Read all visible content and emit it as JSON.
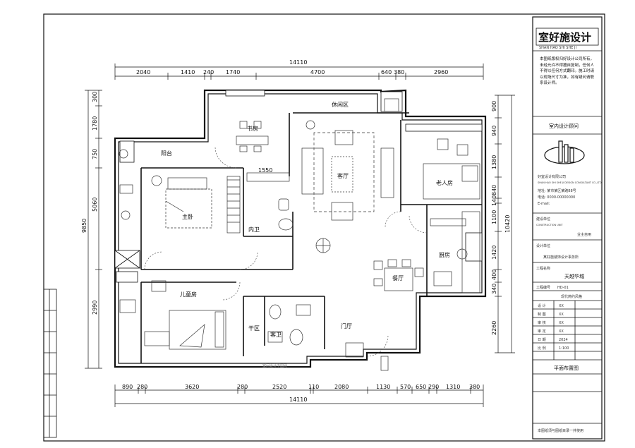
{
  "drawing": {
    "dims_top": {
      "overall": "14110",
      "segments": [
        "2040",
        "1410",
        "240",
        "1740",
        "4700",
        "640",
        "380",
        "2960"
      ]
    },
    "dims_bottom": {
      "overall": "14110",
      "segments": [
        "890",
        "280",
        "3620",
        "280",
        "2520",
        "110",
        "2080",
        "1130",
        "570",
        "650",
        "290",
        "1310",
        "380"
      ]
    },
    "dims_left": {
      "overall": "9850",
      "segments": [
        "300",
        "1780",
        "750",
        "5060",
        "2990"
      ]
    },
    "dims_right": {
      "overall": "10420",
      "segments": [
        "900",
        "940",
        "1380",
        "840",
        "140",
        "1100",
        "1420",
        "400",
        "340",
        "2260"
      ]
    },
    "interior_dim": "1550",
    "rooms": {
      "leisure": "休闲区",
      "study": "书房",
      "balcony": "阳台",
      "living": "客厅",
      "elder_bedroom": "老人房",
      "master_bedroom": "主卧",
      "inner_bath": "内卫",
      "kitchen": "厨房",
      "dining": "餐厅",
      "child_bedroom": "儿童房",
      "dry_area": "干区",
      "bathroom": "客卫",
      "foyer": "门厅"
    },
    "watermark": "室间设计中国网"
  },
  "title_block": {
    "logo_text": "室好施设计",
    "logo_sub": "SHAN HAO SHI SHE JI",
    "notice": "本图纸版权归好设计公司所有，未经允许不得擅自复制，任何人不得以任何方式翻印。施工时请以现场尺寸为准，如有疑问请联系设计师。",
    "company_header": "室内设计顾问",
    "company_name": "好室设计有限公司",
    "company_en": "SHAN HAO SHI SHE JI DESIGN CONSULTANT CO.,LTD",
    "address": "地址: 某市某区某路88号",
    "tel": "电话: 0000-00000000",
    "email": "E-mail:",
    "construct_label": "建设单位",
    "construct_value": "CONSTRUCTION UNIT",
    "owner": "业主自用",
    "design_label": "设计单位",
    "design_value": "某好施装饰设计事务所",
    "project_label": "工程名称",
    "project_name": "天越华城",
    "drawing_no_label": "工程编号",
    "drawing_no": "HD-01",
    "style": "现代简约风格",
    "rows": [
      {
        "label": "设 计",
        "value": "XX"
      },
      {
        "label": "制 图",
        "value": "XX"
      },
      {
        "label": "审 核",
        "value": "XX"
      },
      {
        "label": "审 定",
        "value": "XX"
      },
      {
        "label": "日 期",
        "value": "2024"
      },
      {
        "label": "比 例",
        "value": "1:100"
      }
    ],
    "drawing_title": "平面布置图",
    "bottom_note": "本图纸须与图纸目录一并使用"
  }
}
